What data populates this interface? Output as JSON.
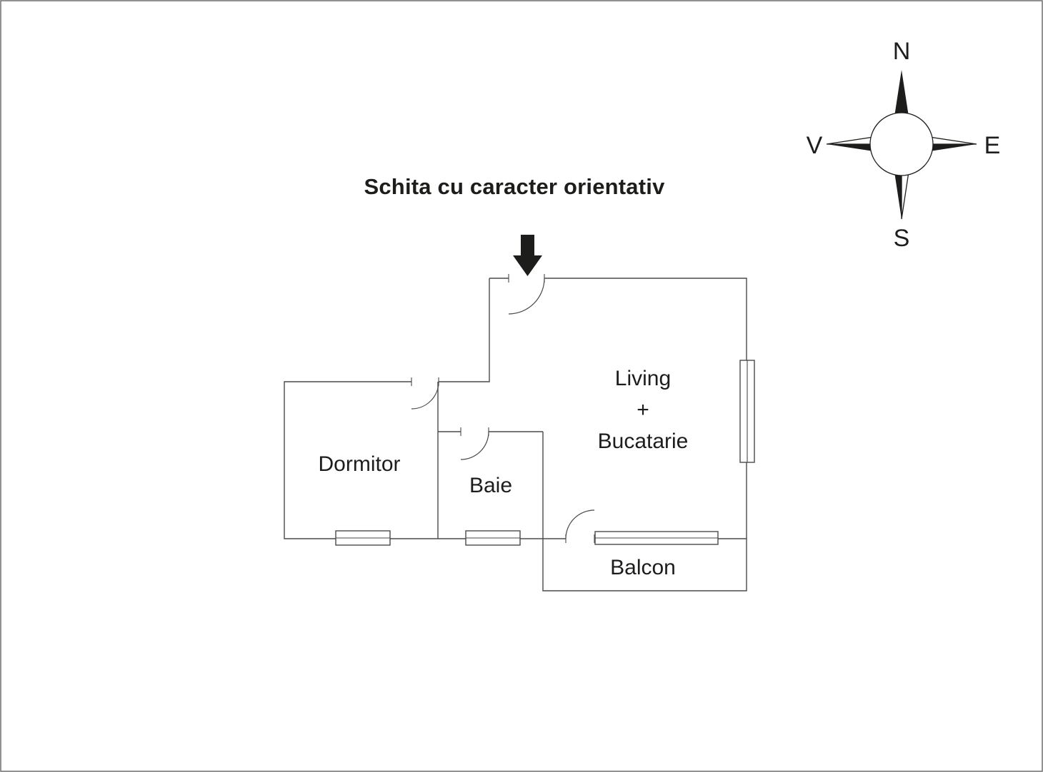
{
  "title": "Schita cu caracter orientativ",
  "rooms": {
    "dormitor": "Dormitor",
    "baie": "Baie",
    "living": [
      "Living",
      "+",
      "Bucatarie"
    ],
    "balcon": "Balcon"
  },
  "compass": {
    "n": "N",
    "e": "E",
    "s": "S",
    "v": "V"
  },
  "colors": {
    "line": "#4a4a4a",
    "ink": "#1d1d1b",
    "background": "#ffffff"
  }
}
